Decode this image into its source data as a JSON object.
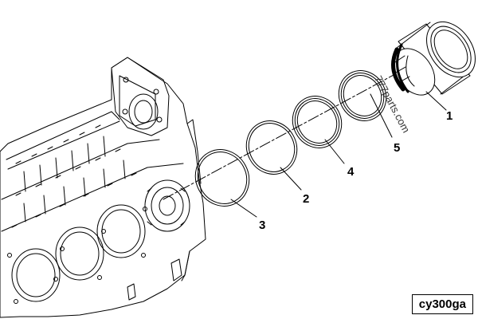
{
  "callouts": {
    "one": "1",
    "two": "2",
    "three": "3",
    "four": "4",
    "five": "5"
  },
  "watermark": "777parts.com",
  "figure_code": "cy300ga",
  "line_color": "#000000",
  "background": "#ffffff"
}
